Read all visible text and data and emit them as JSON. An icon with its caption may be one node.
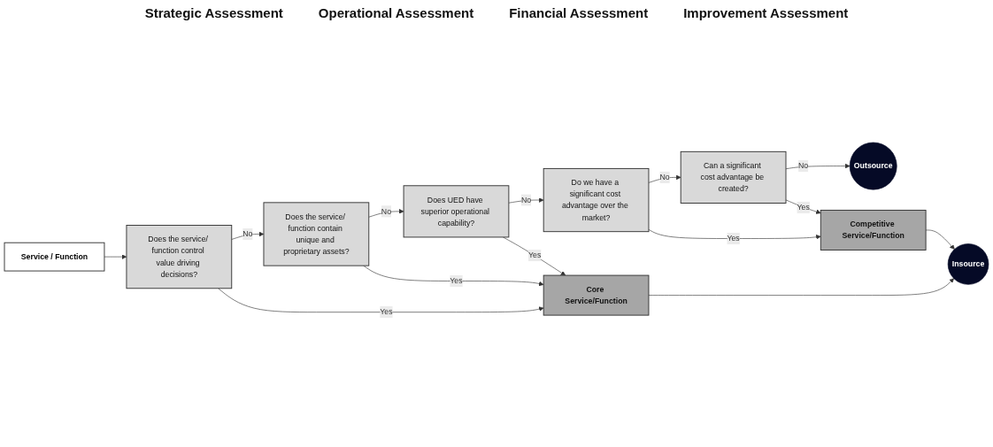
{
  "diagram": {
    "nodes": [
      {
        "text": [
          "Service / Function"
        ]
      },
      {
        "text": [
          "Does the service/ function control value driving decisions?"
        ]
      },
      {
        "text": [
          "Does the service/ function contain unique and proprietary assets?"
        ]
      },
      {
        "text": [
          "Does UED have superior operational capability?"
        ]
      },
      {
        "text": [
          "Do we have a significant cost advantage over the market?"
        ]
      },
      {
        "text": [
          "Can a significant cost advantage be created?"
        ]
      },
      {
        "text": [
          "Outsource"
        ]
      },
      {
        "text": [
          "Core Service/Function"
        ]
      },
      {
        "text": [
          "Competitive Service/Function"
        ]
      },
      {
        "text": [
          "Insource"
        ]
      }
    ],
    "edges": [
      {
        "from": 0,
        "to": 1,
        "arrow": "to"
      },
      {
        "from": 1,
        "to": 2,
        "arrow": "to",
        "label": "No"
      },
      {
        "from": 2,
        "to": 3,
        "arrow": "to",
        "label": "No"
      },
      {
        "from": 3,
        "to": 4,
        "arrow": "to",
        "label": "No"
      },
      {
        "from": 4,
        "to": 5,
        "arrow": "to",
        "label": "No"
      },
      {
        "from": 5,
        "to": 6,
        "arrow": "to",
        "label": "No"
      },
      {
        "from": 1,
        "to": 7,
        "arrow": "to",
        "label": "Yes"
      },
      {
        "from": 2,
        "to": 7,
        "arrow": "to",
        "label": "Yes"
      },
      {
        "from": 3,
        "to": 7,
        "arrow": "to",
        "label": "Yes"
      },
      {
        "from": 4,
        "to": 8,
        "arrow": "to",
        "label": "Yes"
      },
      {
        "from": 5,
        "to": 8,
        "arrow": "to",
        "label": "Yes"
      },
      {
        "from": 7,
        "to": 9,
        "arrow": "to"
      },
      {
        "from": 8,
        "to": 9,
        "arrow": "to"
      }
    ],
    "labels": [
      "Strategic Assessment",
      "Operational Assessment",
      "Financial Assessment",
      "Improvement Assessment"
    ]
  }
}
